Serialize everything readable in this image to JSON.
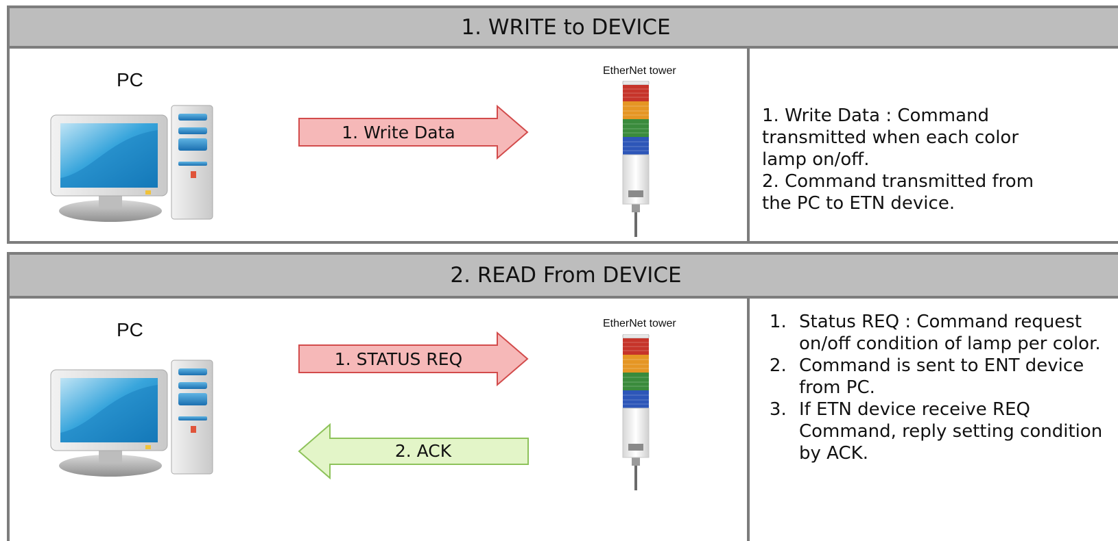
{
  "write_section": {
    "title": "1. WRITE to DEVICE",
    "pc_label": "PC",
    "tower_label": "EtherNet tower",
    "arrow_label": "1. Write Data",
    "description": "1. Write Data : Command transmitted when each color lamp on/off.\n2. Command transmitted from the PC to ETN device."
  },
  "read_section": {
    "title": "2. READ From DEVICE",
    "pc_label": "PC",
    "tower_label": "EtherNet tower",
    "arrow_request_label": "1. STATUS REQ",
    "arrow_ack_label": "2. ACK",
    "steps": [
      "Status REQ : Command request on/off condition of lamp per color.",
      "Command is sent to ENT device from PC.",
      "If ETN device receive REQ Command, reply setting condition by ACK."
    ]
  },
  "colors": {
    "border": "#7d7d7d",
    "title_bar": "#bdbdbd",
    "request_arrow_fill": "#f6b8b8",
    "request_arrow_stroke": "#d24b4b",
    "ack_arrow_fill": "#e3f5c8",
    "ack_arrow_stroke": "#8dc25a"
  }
}
